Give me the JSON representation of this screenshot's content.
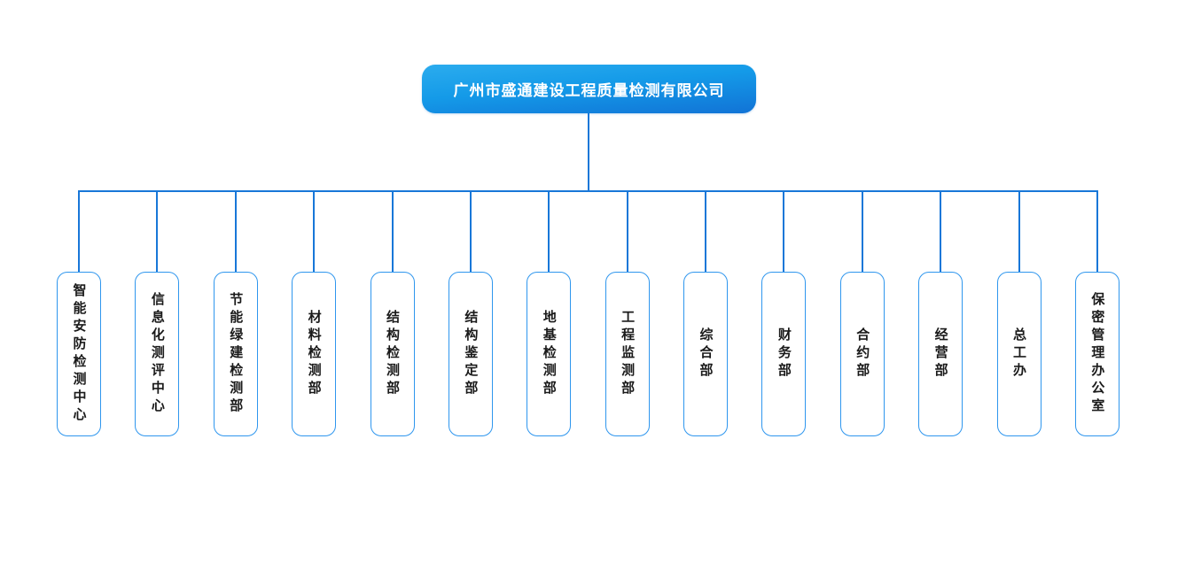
{
  "org_chart": {
    "company": {
      "name": "广州市盛通建设工程质量检测有限公司"
    },
    "departments": [
      {
        "name": "智能安防检测中心"
      },
      {
        "name": "信息化测评中心"
      },
      {
        "name": "节能绿建检测部"
      },
      {
        "name": "材料检测部"
      },
      {
        "name": "结构检测部"
      },
      {
        "name": "结构鉴定部"
      },
      {
        "name": "地基检测部"
      },
      {
        "name": "工程监测部"
      },
      {
        "name": "综合部"
      },
      {
        "name": "财务部"
      },
      {
        "name": "合约部"
      },
      {
        "name": "经营部"
      },
      {
        "name": "总工办"
      },
      {
        "name": "保密管理办公室"
      }
    ],
    "colors": {
      "root_gradient_top": "#2BACEE",
      "root_gradient_bottom": "#1173D6",
      "connector": "#1877D8",
      "box_border": "#2E96EE",
      "box_text": "#1A1A1A",
      "root_text": "#FFFFFF",
      "background": "#FFFFFF"
    }
  }
}
